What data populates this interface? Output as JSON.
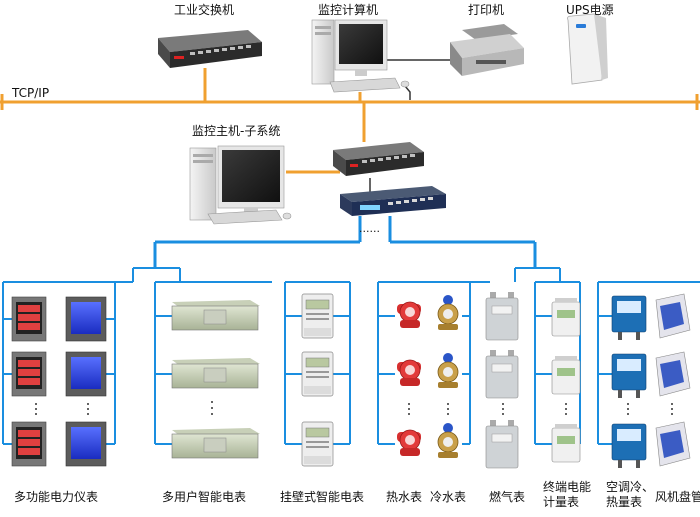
{
  "network": {
    "label": "TCP/IP"
  },
  "top_devices": {
    "switch": "工业交换机",
    "monitor_pc": "监控计算机",
    "printer": "打印机",
    "ups": "UPS电源"
  },
  "host": {
    "label": "监控主机-子系统"
  },
  "serial_dots": "......",
  "meter_groups": [
    {
      "label": "多功能电力仪表"
    },
    {
      "label": "多用户智能电表"
    },
    {
      "label": "挂壁式智能电表"
    },
    {
      "label": "热水表"
    },
    {
      "label": "冷水表"
    },
    {
      "label": "燃气表"
    },
    {
      "label": "终端电能\n计量表"
    },
    {
      "label": "空调冷、\n热量表"
    },
    {
      "label": "风机盘管"
    }
  ],
  "colors": {
    "ethernet": "#f0a030",
    "bus_blue": "#1a8ee0",
    "wire_dark": "#333333"
  }
}
